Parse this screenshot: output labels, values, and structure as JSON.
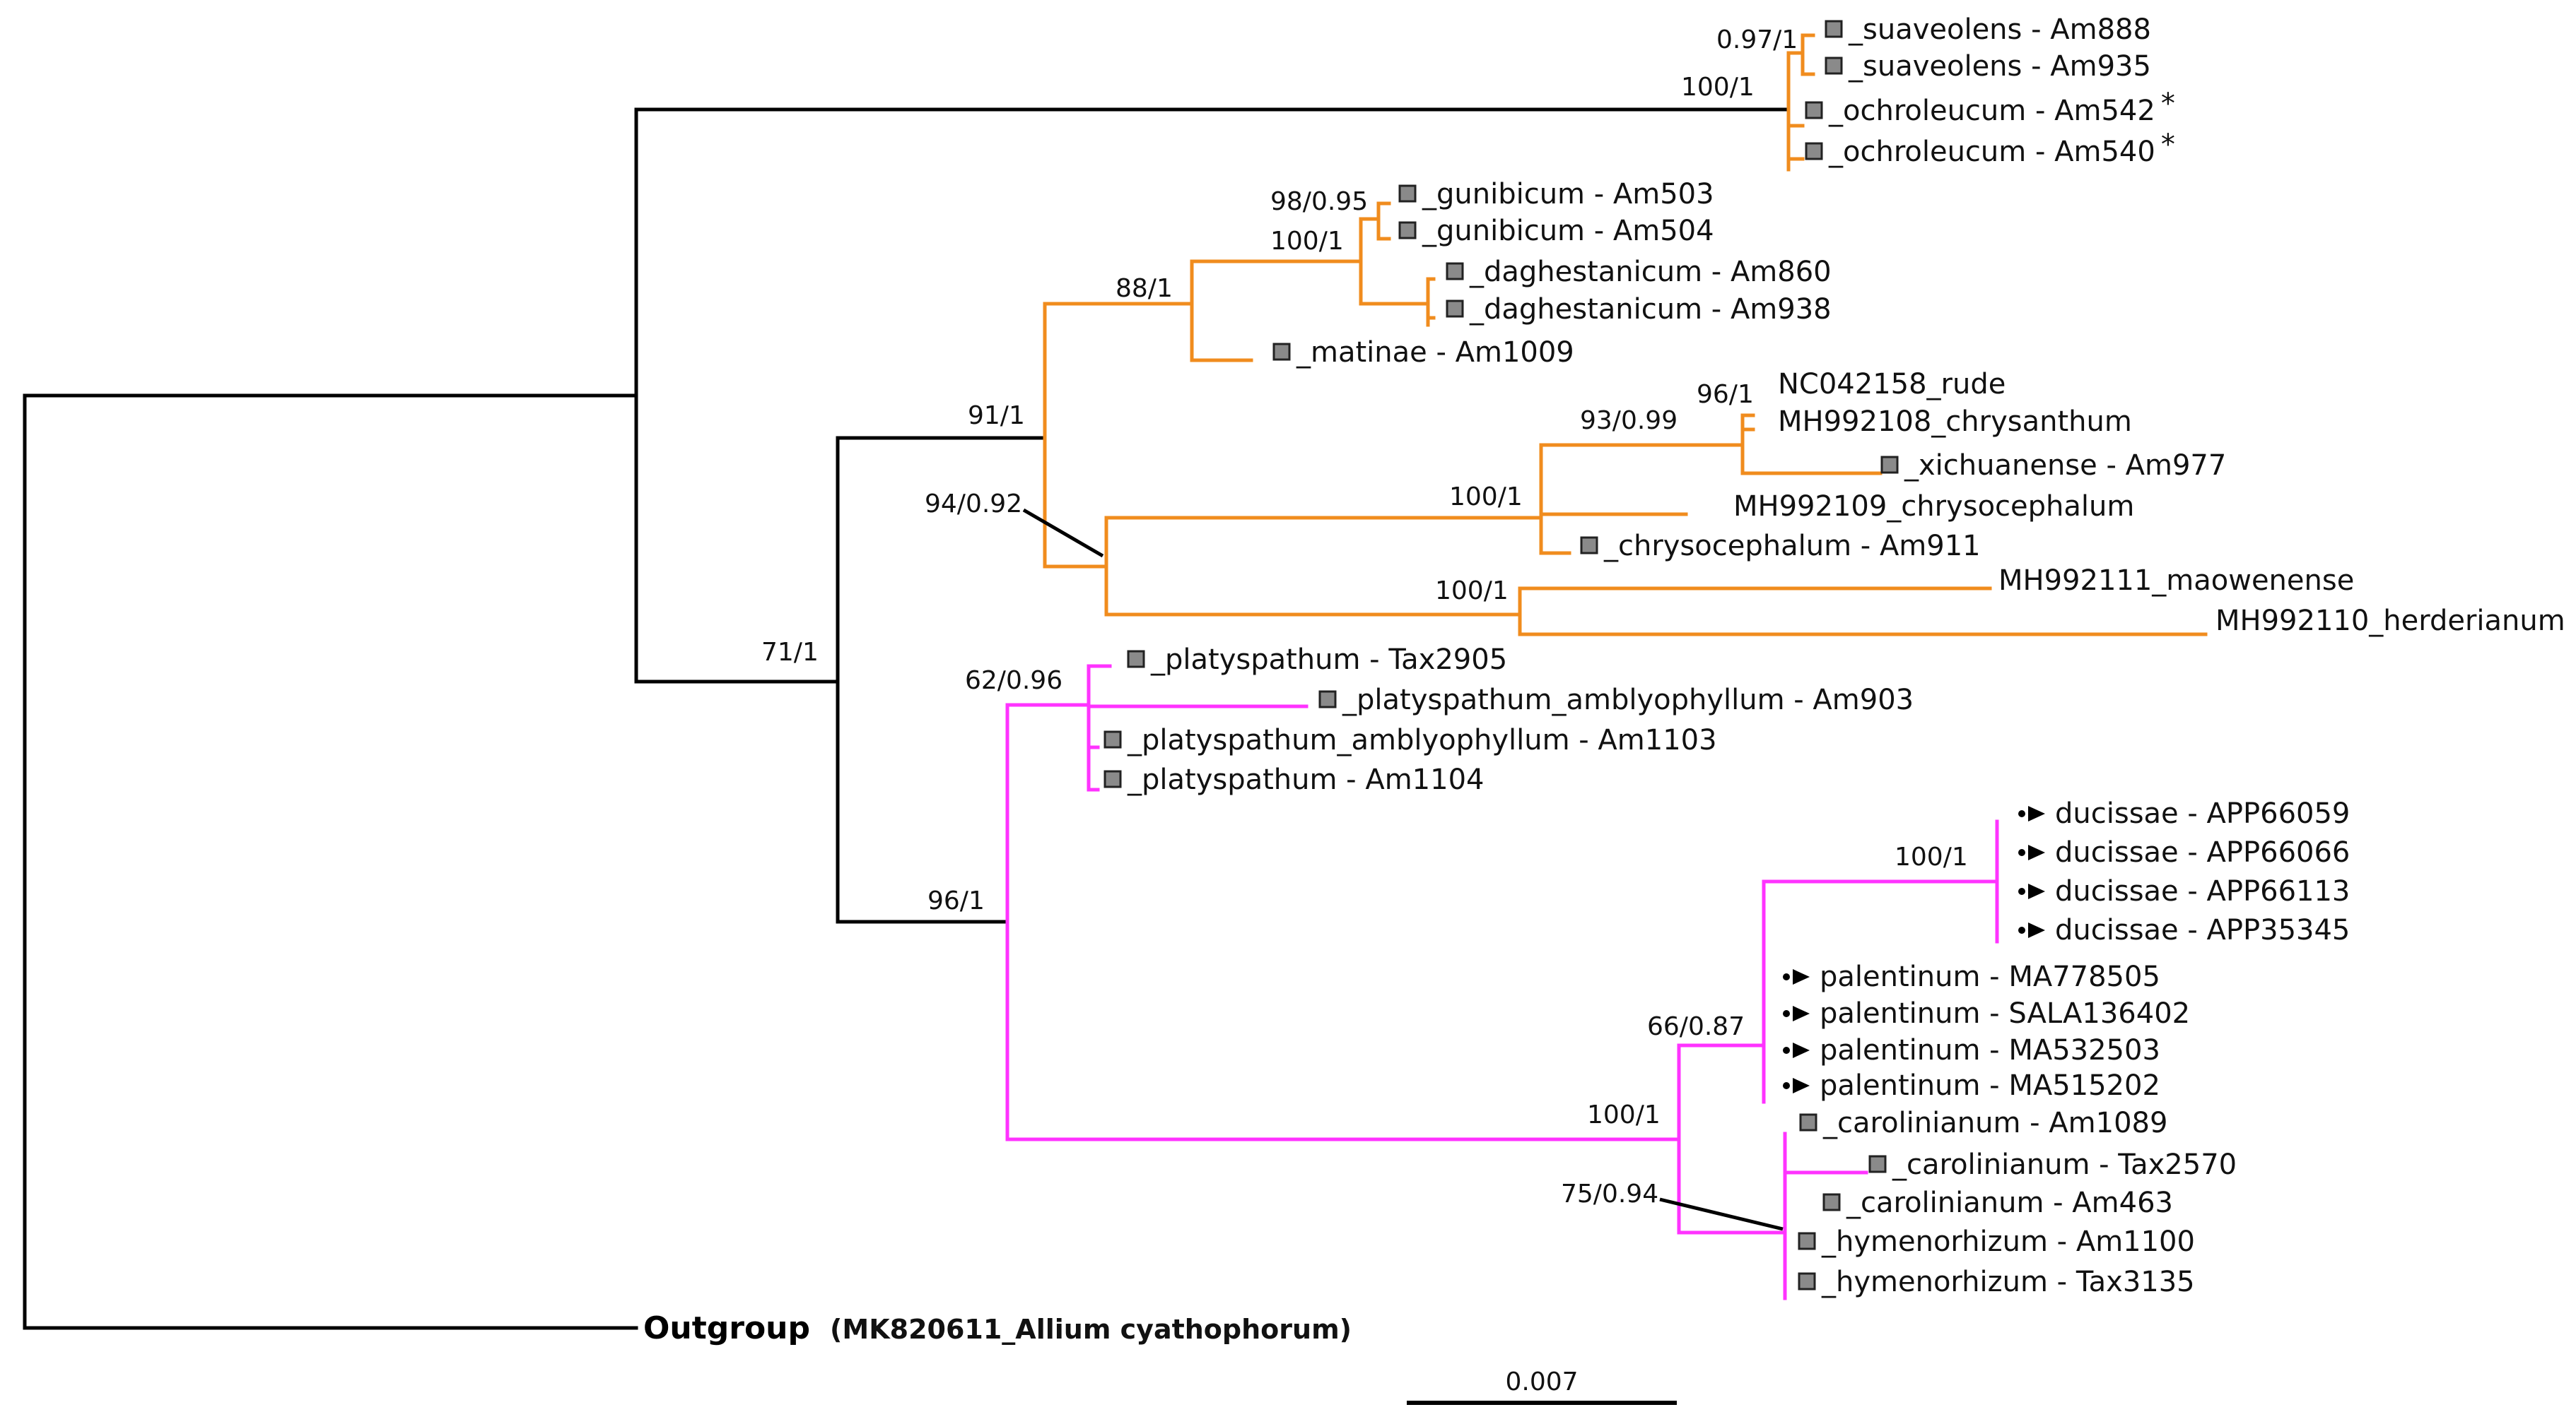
{
  "colors": {
    "backbone": "#000000",
    "clade_orange": "#f08c1e",
    "clade_magenta": "#ff33ff",
    "highlight_taxa": "#e8303f",
    "square_marker": "#8a8a8a"
  },
  "scale_bar": {
    "value": "0.007"
  },
  "outgroup": {
    "strong": "Outgroup",
    "rest": "(MK820611_Allium cyathophorum)"
  },
  "taxa": [
    {
      "name": "_suaveolens",
      "code": "Am888",
      "marker": "square",
      "highlight": false,
      "star": ""
    },
    {
      "name": "_suaveolens",
      "code": "Am935",
      "marker": "square",
      "highlight": false,
      "star": ""
    },
    {
      "name": "_ochroleucum",
      "code": "Am542",
      "marker": "square",
      "highlight": false,
      "star": "*"
    },
    {
      "name": "_ochroleucum",
      "code": "Am540",
      "marker": "square",
      "highlight": false,
      "star": "*"
    },
    {
      "name": "_gunibicum",
      "code": "Am503",
      "marker": "square",
      "highlight": false,
      "star": ""
    },
    {
      "name": "_gunibicum",
      "code": "Am504",
      "marker": "square",
      "highlight": false,
      "star": ""
    },
    {
      "name": "_daghestanicum",
      "code": "Am860",
      "marker": "square",
      "highlight": false,
      "star": ""
    },
    {
      "name": "_daghestanicum",
      "code": "Am938",
      "marker": "square",
      "highlight": false,
      "star": ""
    },
    {
      "name": "_matinae",
      "code": "Am1009",
      "marker": "square",
      "highlight": false,
      "star": ""
    },
    {
      "name": "NC042158_rude",
      "code": "",
      "marker": "none",
      "highlight": false,
      "star": ""
    },
    {
      "name": "MH992108_chrysanthum",
      "code": "",
      "marker": "none",
      "highlight": false,
      "star": ""
    },
    {
      "name": "_xichuanense",
      "code": "Am977",
      "marker": "square",
      "highlight": false,
      "star": ""
    },
    {
      "name": "MH992109_chrysocephalum",
      "code": "",
      "marker": "none",
      "highlight": false,
      "star": ""
    },
    {
      "name": "_chrysocephalum",
      "code": "Am911",
      "marker": "square",
      "highlight": false,
      "star": ""
    },
    {
      "name": "MH992111_maowenense",
      "code": "",
      "marker": "none",
      "highlight": false,
      "star": ""
    },
    {
      "name": "MH992110_herderianum",
      "code": "",
      "marker": "none",
      "highlight": false,
      "star": ""
    },
    {
      "name": "_platyspathum",
      "code": "Tax2905",
      "marker": "square",
      "highlight": false,
      "star": ""
    },
    {
      "name": "_platyspathum_amblyophyllum",
      "code": "Am903",
      "marker": "square",
      "highlight": false,
      "star": ""
    },
    {
      "name": "_platyspathum_amblyophyllum",
      "code": "Am1103",
      "marker": "square",
      "highlight": false,
      "star": ""
    },
    {
      "name": "_platyspathum",
      "code": "Am1104",
      "marker": "square",
      "highlight": false,
      "star": ""
    },
    {
      "name": "ducissae",
      "code": "APP66059",
      "marker": "arrow",
      "highlight": true,
      "star": ""
    },
    {
      "name": "ducissae",
      "code": "APP66066",
      "marker": "arrow",
      "highlight": true,
      "star": ""
    },
    {
      "name": "ducissae",
      "code": "APP66113",
      "marker": "arrow",
      "highlight": true,
      "star": ""
    },
    {
      "name": "ducissae",
      "code": "APP35345",
      "marker": "arrow",
      "highlight": true,
      "star": ""
    },
    {
      "name": "palentinum",
      "code": "MA778505",
      "marker": "arrow",
      "highlight": false,
      "star": ""
    },
    {
      "name": "palentinum",
      "code": "SALA136402",
      "marker": "arrow",
      "highlight": false,
      "star": ""
    },
    {
      "name": "palentinum",
      "code": "MA532503",
      "marker": "arrow",
      "highlight": false,
      "star": ""
    },
    {
      "name": "palentinum",
      "code": "MA515202",
      "marker": "arrow",
      "highlight": false,
      "star": ""
    },
    {
      "name": "_carolinianum",
      "code": "Am1089",
      "marker": "square",
      "highlight": false,
      "star": ""
    },
    {
      "name": "_carolinianum",
      "code": "Tax2570",
      "marker": "square",
      "highlight": false,
      "star": ""
    },
    {
      "name": "_carolinianum",
      "code": "Am463",
      "marker": "square",
      "highlight": false,
      "star": ""
    },
    {
      "name": "_hymenorhizum",
      "code": "Am1100",
      "marker": "square",
      "highlight": false,
      "star": ""
    },
    {
      "name": "_hymenorhizum",
      "code": "Tax3135",
      "marker": "square",
      "highlight": false,
      "star": ""
    }
  ],
  "supports": [
    {
      "key": "suav",
      "text": "0.97/1"
    },
    {
      "key": "suavoch",
      "text": "100/1"
    },
    {
      "key": "guni",
      "text": "98/0.95"
    },
    {
      "key": "gunidag",
      "text": "100/1"
    },
    {
      "key": "gdm",
      "text": "88/1"
    },
    {
      "key": "orange",
      "text": "91/1"
    },
    {
      "key": "chry",
      "text": "94/0.92"
    },
    {
      "key": "rude",
      "text": "96/1"
    },
    {
      "key": "rudexi",
      "text": "93/0.99"
    },
    {
      "key": "chrygroup",
      "text": "100/1"
    },
    {
      "key": "mao",
      "text": "100/1"
    },
    {
      "key": "main",
      "text": "71/1"
    },
    {
      "key": "platy",
      "text": "62/0.96"
    },
    {
      "key": "magenta",
      "text": "96/1"
    },
    {
      "key": "duc",
      "text": "100/1"
    },
    {
      "key": "ducpal",
      "text": "66/0.87"
    },
    {
      "key": "lower",
      "text": "100/1"
    },
    {
      "key": "caro",
      "text": "75/0.94"
    }
  ]
}
